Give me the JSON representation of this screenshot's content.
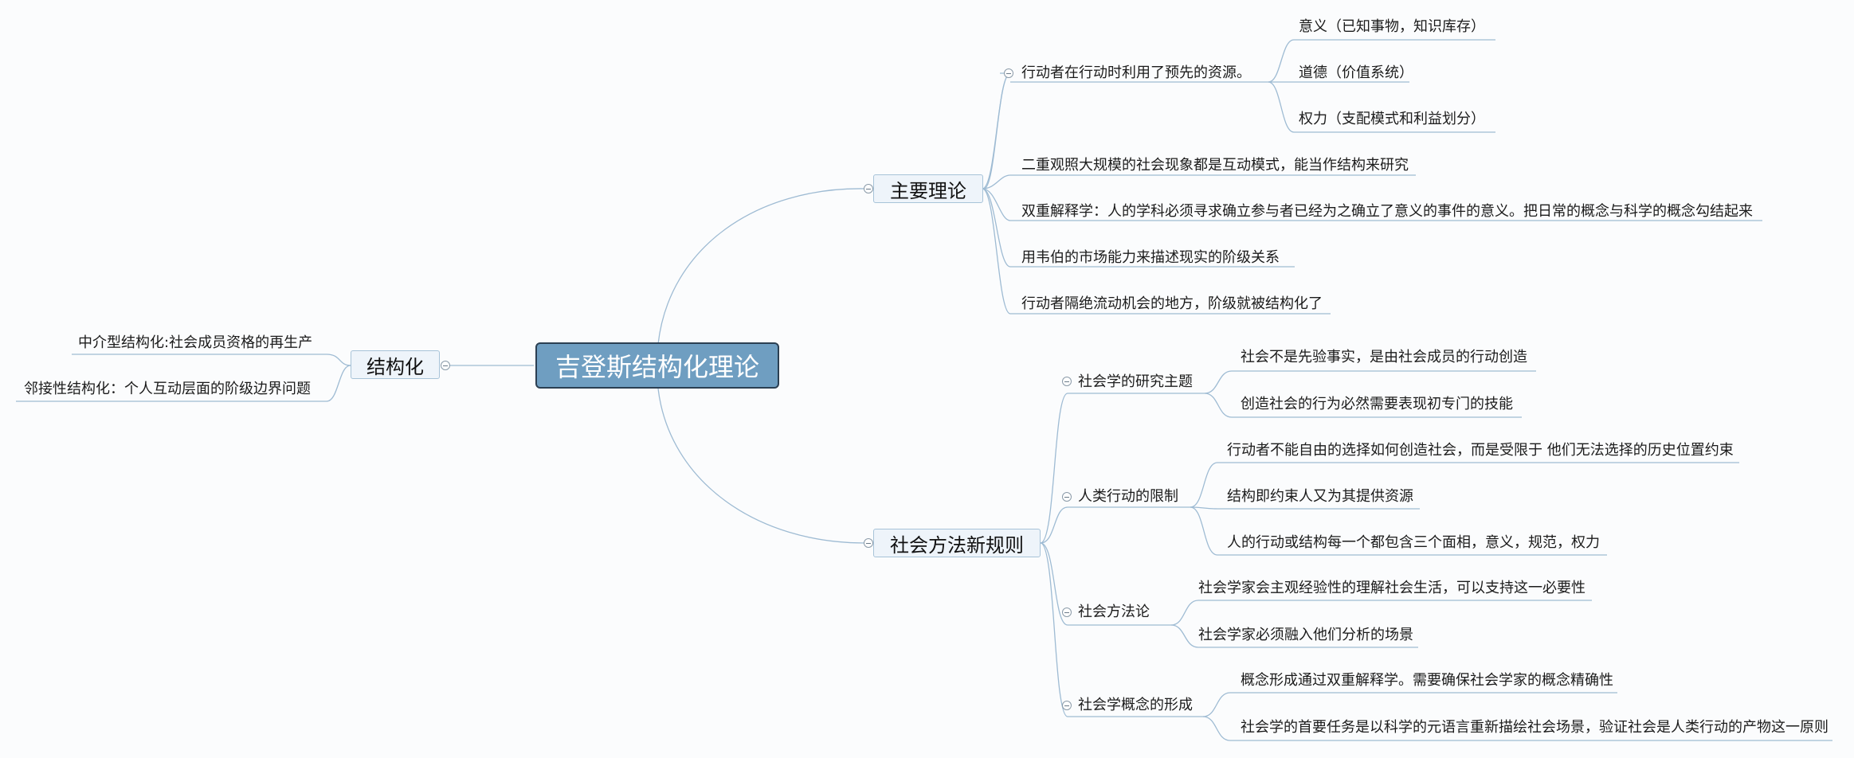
{
  "root": "吉登斯结构化理论",
  "branches": {
    "main_theory": {
      "label": "主要理论",
      "items": [
        {
          "label": "行动者在行动时利用了预先的资源。",
          "children": [
            "意义（已知事物，知识库存）",
            "道德（价值系统）",
            "权力（支配模式和利益划分）"
          ]
        },
        {
          "label": "二重观照大规模的社会现象都是互动模式，能当作结构来研究"
        },
        {
          "label": "双重解释学：人的学科必须寻求确立参与者已经为之确立了意义的事件的意义。把日常的概念与科学的概念勾结起来"
        },
        {
          "label": "用韦伯的市场能力来描述现实的阶级关系"
        },
        {
          "label": "行动者隔绝流动机会的地方，阶级就被结构化了"
        }
      ]
    },
    "new_rules": {
      "label": "社会方法新规则",
      "items": [
        {
          "label": "社会学的研究主题",
          "children": [
            "社会不是先验事实，是由社会成员的行动创造",
            "创造社会的行为必然需要表现初专门的技能"
          ]
        },
        {
          "label": "人类行动的限制",
          "children": [
            "行动者不能自由的选择如何创造社会，而是受限于 他们无法选择的历史位置约束",
            "结构即约束人又为其提供资源",
            "人的行动或结构每一个都包含三个面相，意义，规范，权力"
          ]
        },
        {
          "label": "社会方法论",
          "children": [
            "社会学家会主观经验性的理解社会生活，可以支持这一必要性",
            "社会学家必须融入他们分析的场景"
          ]
        },
        {
          "label": "社会学概念的形成",
          "children": [
            "概念形成通过双重解释学。需要确保社会学家的概念精确性",
            "社会学的首要任务是以科学的元语言重新描绘社会场景，验证社会是人类行动的产物这一原则"
          ]
        }
      ]
    },
    "structuration": {
      "label": "结构化",
      "items": [
        "中介型结构化:社会成员资格的再生产",
        "邻接性结构化：个人互动层面的阶级边界问题"
      ]
    }
  }
}
